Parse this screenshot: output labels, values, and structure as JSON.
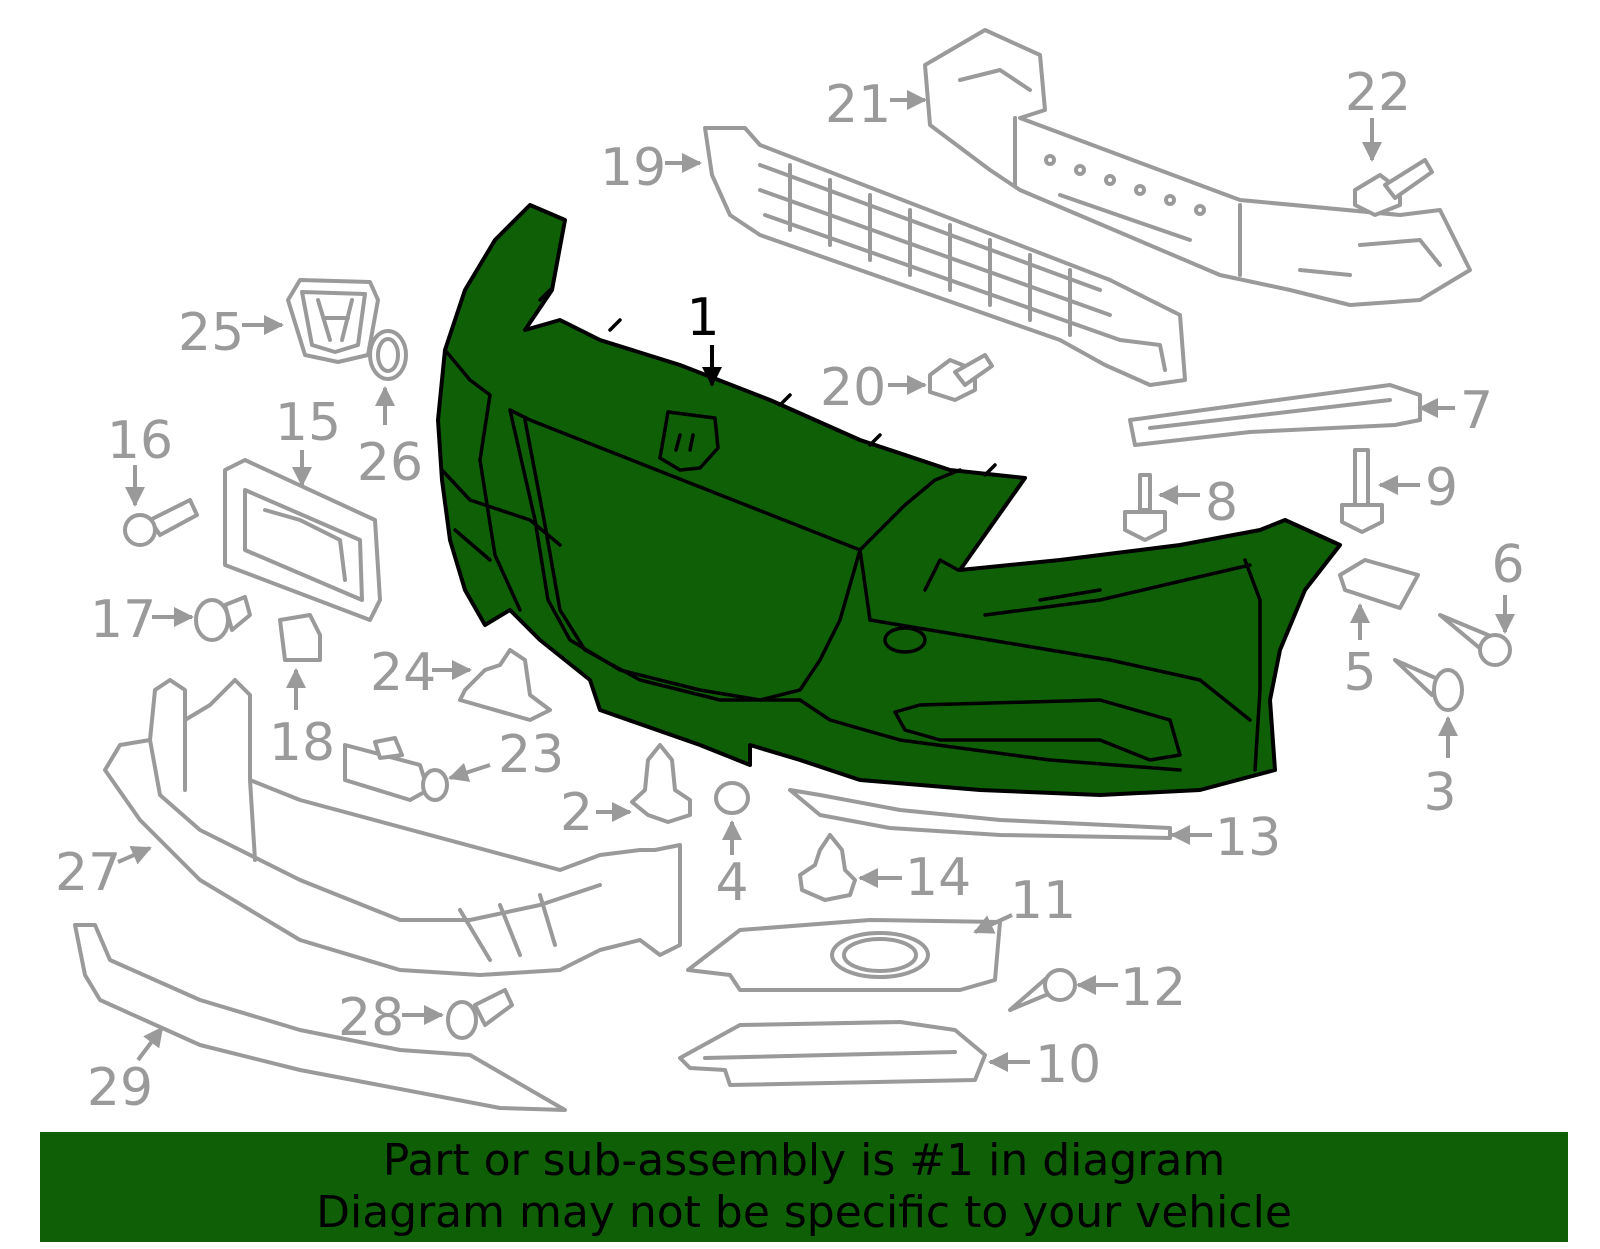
{
  "colors": {
    "highlight": "#0f5f07",
    "outline": "#000000",
    "part_gray": "#9a9a9a",
    "banner": "#0f5f07"
  },
  "callouts": {
    "c1": "1",
    "c2": "2",
    "c3": "3",
    "c4": "4",
    "c5": "5",
    "c6": "6",
    "c7": "7",
    "c8": "8",
    "c9": "9",
    "c10": "10",
    "c11": "11",
    "c12": "12",
    "c13": "13",
    "c14": "14",
    "c15": "15",
    "c16": "16",
    "c17": "17",
    "c18": "18",
    "c19": "19",
    "c20": "20",
    "c21": "21",
    "c22": "22",
    "c23": "23",
    "c24": "24",
    "c25": "25",
    "c26": "26",
    "c27": "27",
    "c28": "28",
    "c29": "29"
  },
  "footer": {
    "line1": "Part or sub-assembly is #1 in diagram",
    "line2": "Diagram may not be specific to your vehicle"
  }
}
